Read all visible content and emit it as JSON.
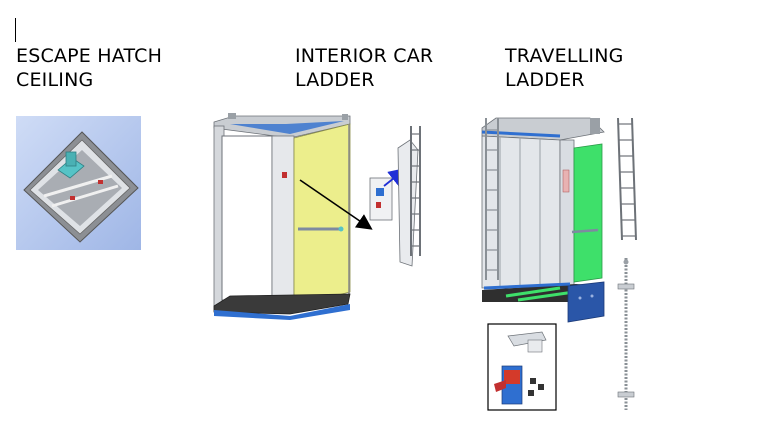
{
  "sections": {
    "escape_hatch": {
      "line1": "ESCAPE HATCH",
      "line2": "CEILING"
    },
    "interior_ladder": {
      "line1": "INTERIOR CAR",
      "line2": "LADDER"
    },
    "travelling_ladder": {
      "line1": "TRAVELLING",
      "line2": "LADDER"
    }
  },
  "colors": {
    "wall_yellow": "#ecee8c",
    "car_green": "#3ee06a",
    "frame_blue": "#2f6fd0",
    "door_blue": "#2a56a8",
    "floor_dark": "#3a3a3a",
    "metal_grey": "#c9cdd2",
    "arrow_black": "#000000",
    "arrow_blue": "#1f2fd6",
    "ceiling_bg": "#b9ccef",
    "cabinet_teal": "#56c3c6",
    "lock_red": "#d43a2a"
  }
}
